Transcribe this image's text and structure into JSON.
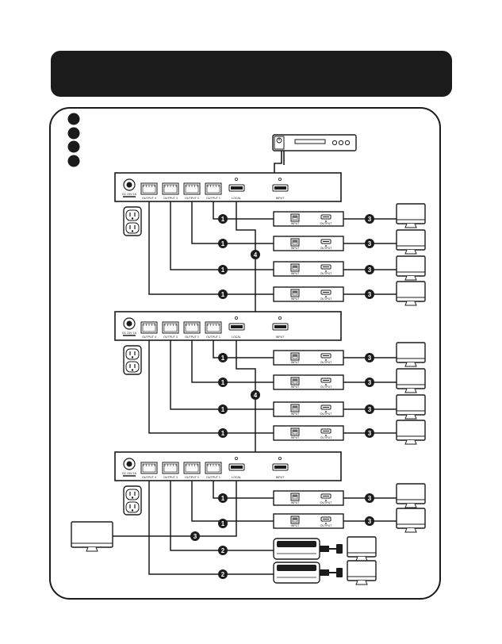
{
  "colors": {
    "ink": "#1b1b1b",
    "background": "#ffffff"
  },
  "icons": [
    "media-player-icon",
    "power-outlet-icon",
    "monitor-icon",
    "hdmi-cable-icon",
    "power-jack-icon"
  ],
  "labels": {
    "power": "DC 24V 1A",
    "output_1": "OUTPUT 1",
    "output_2": "OUTPUT 2",
    "output_3": "OUTPUT 3",
    "output_4": "OUTPUT 4",
    "local": "LOCAL",
    "input": "INPUT",
    "receiver_input": "INPUT",
    "receiver_output": "OUTPUT"
  },
  "legend_badges": [
    "",
    "",
    "",
    ""
  ],
  "step_numbers": {
    "one": "1",
    "two": "2",
    "three": "3",
    "four": "4"
  }
}
